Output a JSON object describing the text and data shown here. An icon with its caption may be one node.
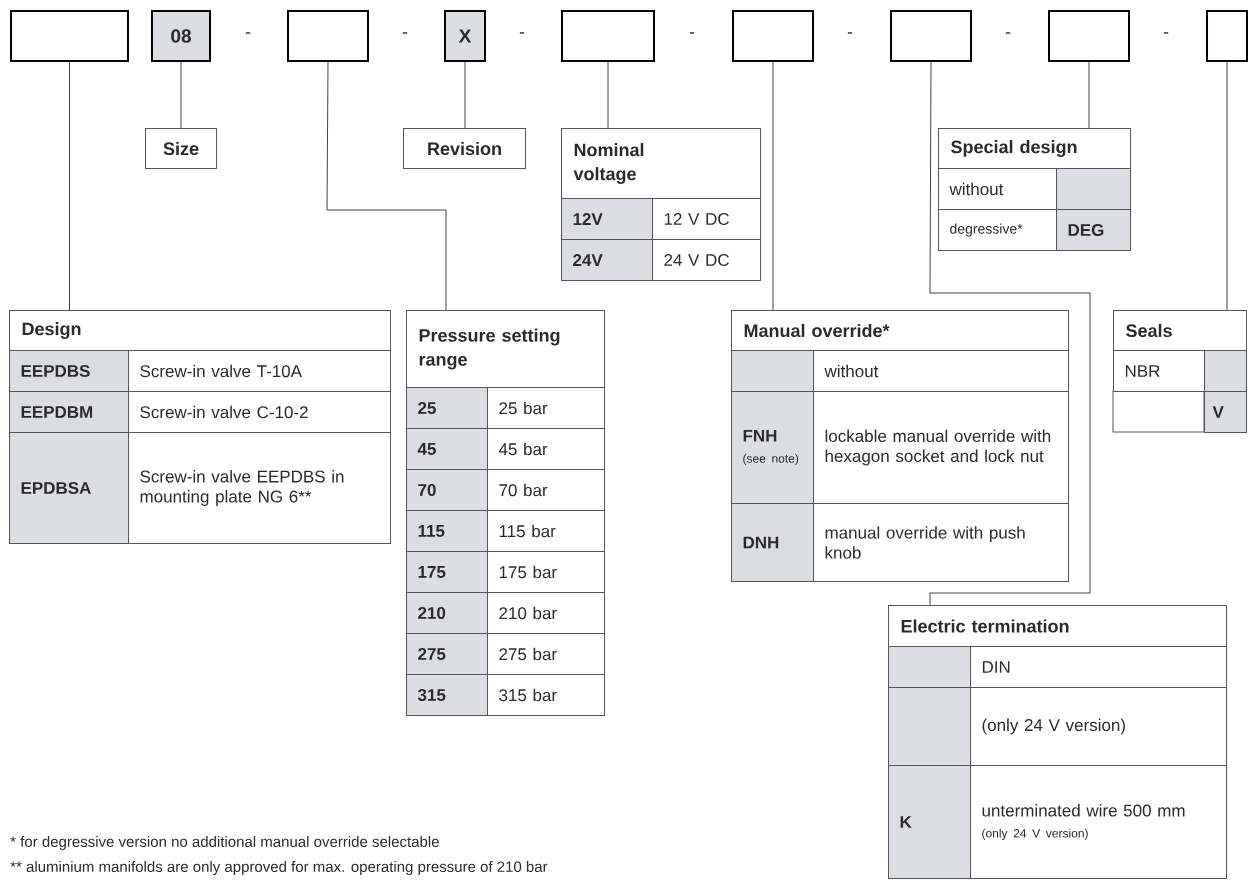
{
  "diagram": {
    "nodes": [
      {
        "text": [],
        "shape": "box"
      },
      {
        "text": [
          "08"
        ]
      },
      {
        "text": [],
        "shape": "box"
      },
      {
        "text": [
          "X"
        ]
      },
      {
        "text": [],
        "shape": "box"
      },
      {
        "text": [],
        "shape": "box"
      },
      {
        "text": [],
        "shape": "box"
      },
      {
        "text": [],
        "shape": "box"
      },
      {
        "text": [],
        "shape": "box"
      },
      {
        "text": [
          "Size"
        ]
      },
      {
        "text": [
          "Revision"
        ]
      },
      {
        "text": [
          "Nominal voltage"
        ]
      },
      {
        "text": [
          "12V"
        ]
      },
      {
        "text": [
          "12 V DC"
        ]
      },
      {
        "text": [
          "24V"
        ]
      },
      {
        "text": [
          "24 V DC"
        ]
      },
      {
        "text": [
          "Special design"
        ]
      },
      {
        "text": [
          "without"
        ]
      },
      {
        "text": [],
        "shape": "box"
      },
      {
        "text": [
          "degressive*"
        ]
      },
      {
        "text": [
          "DEG"
        ]
      },
      {
        "text": [
          "Design"
        ]
      },
      {
        "text": [
          "EEPDBS"
        ]
      },
      {
        "text": [
          "Screw-in valve T-10A"
        ]
      },
      {
        "text": [
          "EEPDBM"
        ]
      },
      {
        "text": [
          "Screw-in valve C-10-2"
        ]
      },
      {
        "text": [
          "EPDBSA"
        ]
      },
      {
        "text": [
          "Screw-in valve EEPDBS in mounting plate NG 6**"
        ]
      },
      {
        "text": [
          "Pressure setting range"
        ]
      },
      {
        "text": [
          "25"
        ]
      },
      {
        "text": [
          "25 bar"
        ]
      },
      {
        "text": [
          "45"
        ]
      },
      {
        "text": [
          "45 bar"
        ]
      },
      {
        "text": [
          "70"
        ]
      },
      {
        "text": [
          "70 bar"
        ]
      },
      {
        "text": [
          "115"
        ]
      },
      {
        "text": [
          "115 bar"
        ]
      },
      {
        "text": [
          "175"
        ]
      },
      {
        "text": [
          "175 bar"
        ]
      },
      {
        "text": [
          "210"
        ]
      },
      {
        "text": [
          "210 bar"
        ]
      },
      {
        "text": [
          "275"
        ]
      },
      {
        "text": [
          "275 bar"
        ]
      },
      {
        "text": [
          "315"
        ]
      },
      {
        "text": [
          "315 bar"
        ]
      },
      {
        "text": [
          "Manual override*"
        ]
      },
      {
        "text": [],
        "shape": "box"
      },
      {
        "text": [
          "without"
        ]
      },
      {
        "text": [
          "FNH",
          "(see note)"
        ]
      },
      {
        "text": [
          "lockable manual override with hexagon socket and lock nut"
        ]
      },
      {
        "text": [
          "DNH"
        ]
      },
      {
        "text": [
          "manual override with push knob"
        ]
      },
      {
        "text": [
          "Seals"
        ]
      },
      {
        "text": [
          "NBR"
        ]
      },
      {
        "text": [],
        "shape": "box"
      },
      {
        "text": [
          "V"
        ]
      },
      {
        "text": [
          "Electric termination"
        ]
      },
      {
        "text": [],
        "shape": "box"
      },
      {
        "text": [
          "DIN"
        ]
      },
      {
        "text": [],
        "shape": "box"
      },
      {
        "text": [
          "(only 24 V version)"
        ]
      },
      {
        "text": [
          "K"
        ]
      },
      {
        "text": [
          "unterminated wire 500 mm",
          "(only 24 V version)"
        ]
      }
    ],
    "edges": [
      {
        "from": 0,
        "to": 21,
        "arrow": "none"
      },
      {
        "from": 1,
        "to": 9,
        "arrow": "none"
      },
      {
        "from": 2,
        "to": 28,
        "arrow": "none"
      },
      {
        "from": 3,
        "to": 10,
        "arrow": "none"
      },
      {
        "from": 4,
        "to": 11,
        "arrow": "none"
      },
      {
        "from": 5,
        "to": 45,
        "arrow": "none"
      },
      {
        "from": 6,
        "to": 56,
        "arrow": "none"
      },
      {
        "from": 7,
        "to": 16,
        "arrow": "none"
      },
      {
        "from": 8,
        "to": 52,
        "arrow": "none"
      }
    ],
    "labels": [
      "-",
      "-",
      "-",
      "-",
      "-",
      "-",
      "-",
      "* for degressive version no additional manual override selectable",
      "** aluminium manifolds are only approved for max. operating pressure of 210 bar"
    ]
  }
}
